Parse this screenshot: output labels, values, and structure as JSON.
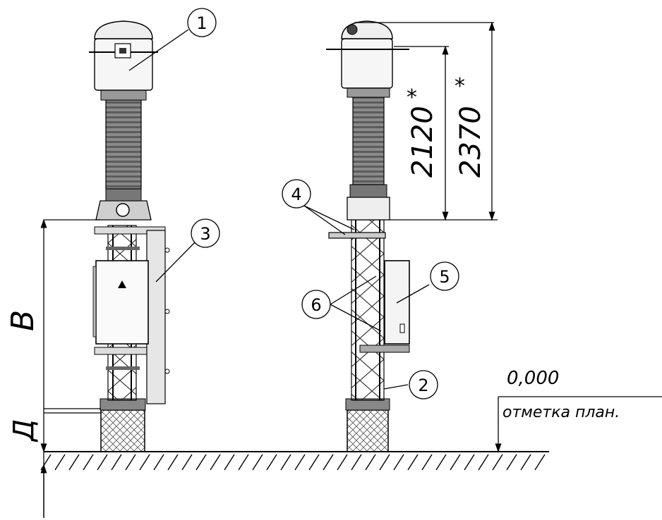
{
  "callouts": [
    "1",
    "2",
    "3",
    "4",
    "5",
    "6"
  ],
  "dimensions": {
    "height_short": "2120",
    "height_tall": "2370",
    "asterisk": "*",
    "label_b": "В",
    "label_d": "Д"
  },
  "level": {
    "value": "0,000",
    "caption": "отметка план."
  }
}
